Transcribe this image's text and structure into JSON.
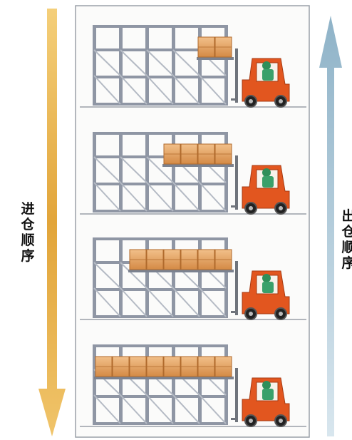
{
  "labels": {
    "in_order": [
      "进",
      "仓",
      "顺",
      "序"
    ],
    "out_order": [
      "出",
      "仓",
      "顺",
      "序"
    ]
  },
  "colors": {
    "in_arrow": "#e9b54a",
    "out_arrow": "#a9c6d6",
    "rack_frame": "#8f96a4",
    "box": "#e0a062",
    "forklift": "#e2561f",
    "panel_border": "#9aa0a8"
  },
  "rack_rows": [
    {
      "stage": 1,
      "loaded_boxes": 2
    },
    {
      "stage": 2,
      "loaded_boxes": 4
    },
    {
      "stage": 3,
      "loaded_boxes": 6
    },
    {
      "stage": 4,
      "loaded_boxes": 8
    }
  ]
}
